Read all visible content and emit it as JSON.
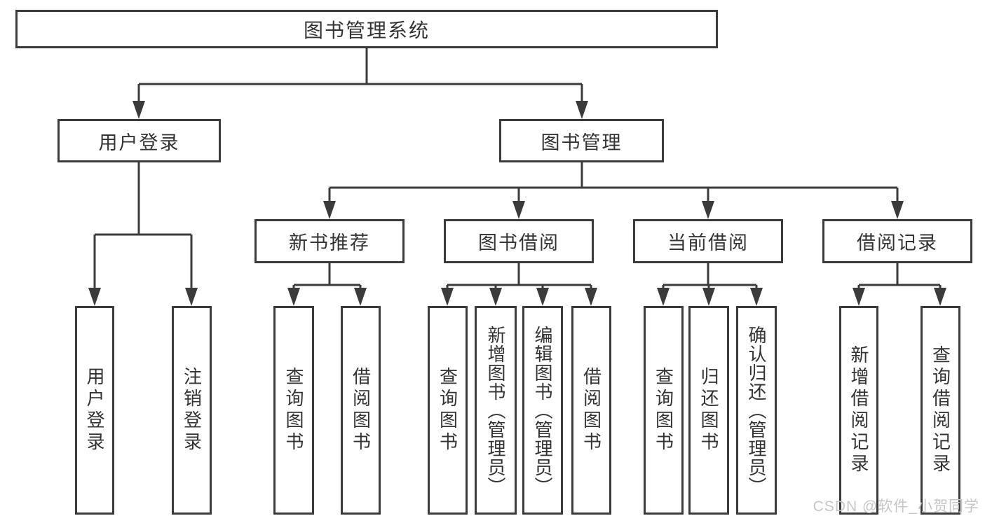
{
  "diagram": {
    "root": "图书管理系统",
    "level2": {
      "user_login": "用户登录",
      "book_mgmt": "图书管理"
    },
    "user_login_children": {
      "login": "用户登录",
      "logout": "注销登录"
    },
    "level3": {
      "new_book_rec": "新书推荐",
      "book_borrow": "图书借阅",
      "current_borrow": "当前借阅",
      "borrow_record": "借阅记录"
    },
    "new_book_rec_children": {
      "query_books": "查询图书",
      "borrow_books": "借阅图书"
    },
    "book_borrow_children": {
      "query_books": "查询图书",
      "add_books": "新增图书（管理员）",
      "edit_books": "编辑图书（管理员）",
      "borrow_books": "借阅图书"
    },
    "current_borrow_children": {
      "query_books": "查询图书",
      "return_books": "归还图书",
      "confirm_return": "确认归还（管理员）"
    },
    "borrow_record_children": {
      "add_record": "新增借阅记录",
      "query_record": "查询借阅记录"
    }
  },
  "watermark": "CSDN @软件_小贺同学",
  "colors": {
    "line": "#3b3b3b",
    "text": "#333333",
    "background": "#ffffff",
    "watermark": "#c6c6c6"
  }
}
